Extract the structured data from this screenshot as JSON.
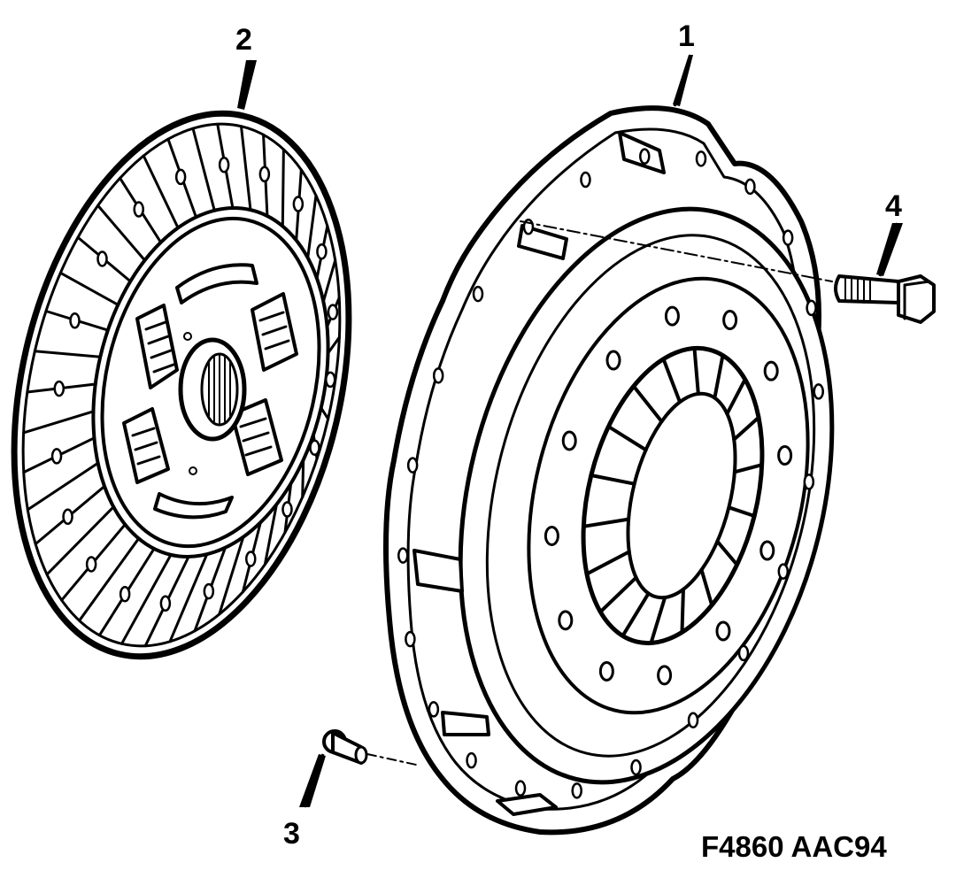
{
  "diagram": {
    "callouts": [
      {
        "id": "callout-1",
        "label": "1"
      },
      {
        "id": "callout-2",
        "label": "2"
      },
      {
        "id": "callout-3",
        "label": "3"
      },
      {
        "id": "callout-4",
        "label": "4"
      }
    ],
    "figure_code": "F4860 AAC94",
    "colors": {
      "ink": "#000000",
      "paper": "#ffffff"
    },
    "parts": [
      {
        "callout": "1",
        "icon": "clutch-pressure-plate-icon"
      },
      {
        "callout": "2",
        "icon": "clutch-disc-icon"
      },
      {
        "callout": "3",
        "icon": "dowel-pin-icon"
      },
      {
        "callout": "4",
        "icon": "hex-bolt-icon"
      }
    ]
  }
}
